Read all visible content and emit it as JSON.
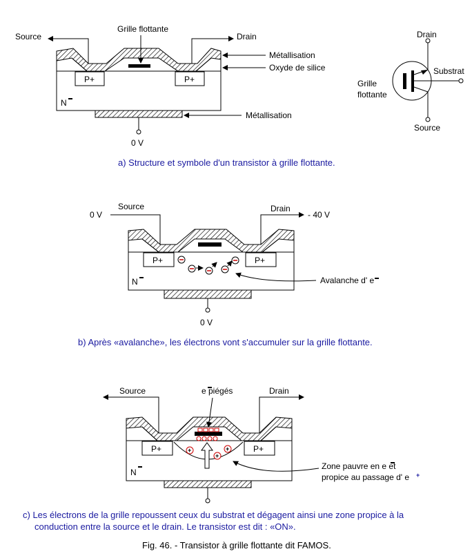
{
  "panel_a": {
    "source": "Source",
    "gate": "Grille flottante",
    "drain": "Drain",
    "metal_top": "Métallisation",
    "oxide": "Oxyde de silice",
    "p_left": "P+",
    "p_right": "P+",
    "substrate": "N",
    "metal_bottom": "Métallisation",
    "ground": "0 V",
    "symbol": {
      "drain": "Drain",
      "substrat": "Substrat",
      "gate_line1": "Grille",
      "gate_line2": "flottante",
      "source": "Source"
    },
    "caption": "a)  Structure et symbole d'un transistor à grille flottante."
  },
  "panel_b": {
    "source_voltage": "0 V",
    "source": "Source",
    "drain": "Drain",
    "drain_voltage": "- 40 V",
    "p_left": "P+",
    "p_right": "P+",
    "substrate": "N",
    "avalanche": "Avalanche d' e",
    "ground": "0 V",
    "caption": "b)  Après «avalanche», les électrons vont s'accumuler sur la grille flottante."
  },
  "panel_c": {
    "source": "Source",
    "trapped": "e  piégés",
    "drain": "Drain",
    "p_left": "P+",
    "p_right": "P+",
    "substrate": "N",
    "zone_line1": "Zone pauvre en e  et",
    "zone_line2": "propice au passage d' e",
    "caption_line1": "c)  Les électrons de la grille repoussent ceux du substrat et dégagent ainsi une zone propice à la",
    "caption_line2": "conduction entre la source et le drain. Le transistor est dit : «ON»."
  },
  "figure_caption": "Fig. 46. - Transistor à grille flottante dit FAMOS."
}
